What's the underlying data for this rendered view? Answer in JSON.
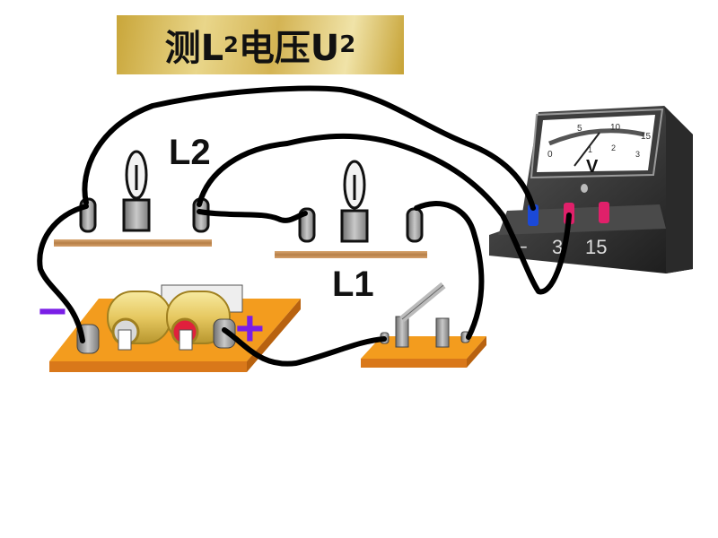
{
  "title": {
    "prefix": "测L",
    "l_sub": "2",
    "middle": "电压U",
    "u_sub": "2"
  },
  "labels": {
    "lamp2": "L2",
    "lamp1": "L1",
    "battery_negative": "−",
    "battery_positive": "+"
  },
  "voltmeter": {
    "unit": "V",
    "terminal_labels": [
      "−",
      "3",
      "15"
    ],
    "upper_scale_ticks": [
      "0",
      "5",
      "10",
      "15"
    ],
    "lower_scale_ticks": [
      "0",
      "1",
      "2",
      "3"
    ],
    "connected_terminals": [
      "−",
      "3"
    ]
  },
  "colors": {
    "wire": "#000000",
    "board": "#f39c1e",
    "shelf": "#c8925a",
    "polarity": "#7a1ee6",
    "terminal_negative": "#1b49d8",
    "terminal_positive": "#e0206a",
    "banner": "#d9bf62"
  }
}
